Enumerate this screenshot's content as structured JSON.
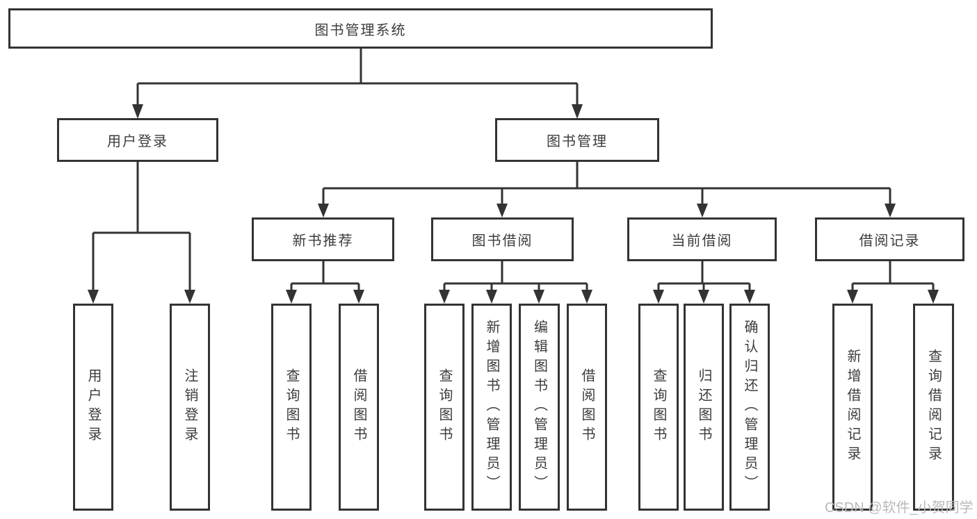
{
  "diagram": {
    "root": "图书管理系统",
    "level2": [
      "用户登录",
      "图书管理"
    ],
    "level3": [
      "新书推荐",
      "图书借阅",
      "当前借阅",
      "借阅记录"
    ],
    "leaves": {
      "user_login": [
        "用户登录",
        "注销登录"
      ],
      "new_book_recommend": [
        "查询图书",
        "借阅图书"
      ],
      "book_borrow": [
        "查询图书",
        "新增图书（管理员）",
        "编辑图书（管理员）",
        "借阅图书"
      ],
      "current_borrow": [
        "查询图书",
        "归还图书",
        "确认归还（管理员）"
      ],
      "borrow_records": [
        "新增借阅记录",
        "查询借阅记录"
      ]
    },
    "colors": {
      "line": "#333333",
      "text": "#3c3c3c",
      "watermark": "#b9b9b9",
      "background": "#ffffff"
    }
  },
  "watermark": "CSDN @软件_小贺同学"
}
